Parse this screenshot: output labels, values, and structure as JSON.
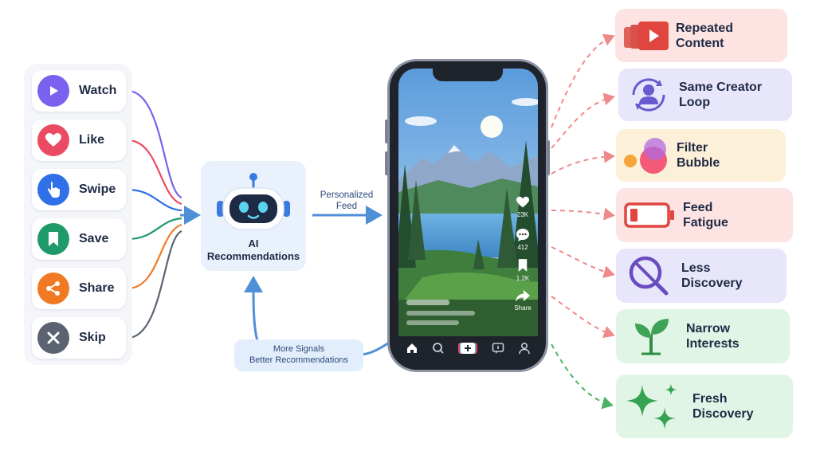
{
  "actions": [
    {
      "label": "Watch",
      "color": "#7b61f0",
      "icon": "play-icon"
    },
    {
      "label": "Like",
      "color": "#ec4a63",
      "icon": "heart-icon"
    },
    {
      "label": "Swipe",
      "color": "#2f6fe8",
      "icon": "swipe-hand-icon"
    },
    {
      "label": "Save",
      "color": "#1f9a6a",
      "icon": "bookmark-icon"
    },
    {
      "label": "Share",
      "color": "#f07a24",
      "icon": "share-icon"
    },
    {
      "label": "Skip",
      "color": "#5b6270",
      "icon": "close-icon"
    }
  ],
  "ai": {
    "label": "AI\nRecommendations",
    "icon": "robot-icon"
  },
  "personalized_feed": "Personalized\nFeed",
  "feedback": "More Signals\nBetter Recommendations",
  "phone": {
    "likes": "23K",
    "comments": "412",
    "saves": "1.2K",
    "share": "Share",
    "nav_icons": [
      "home-icon",
      "search-icon",
      "create-icon",
      "inbox-icon",
      "profile-icon"
    ]
  },
  "outcomes": [
    {
      "label": "Repeated\nContent",
      "bg": "#fde3e1",
      "kind": "negative",
      "icon": "repeated-video-icon"
    },
    {
      "label": "Same Creator\nLoop",
      "bg": "#e7e6fb",
      "kind": "negative",
      "icon": "creator-loop-icon"
    },
    {
      "label": "Filter\nBubble",
      "bg": "#fdf0d8",
      "kind": "negative",
      "icon": "bubble-icon"
    },
    {
      "label": "Feed\nFatigue",
      "bg": "#fde3e1",
      "kind": "negative",
      "icon": "low-battery-icon"
    },
    {
      "label": "Less\nDiscovery",
      "bg": "#e7e6fb",
      "kind": "negative",
      "icon": "no-search-icon"
    },
    {
      "label": "Narrow\nInterests",
      "bg": "#e1f5e6",
      "kind": "negative",
      "icon": "sprout-icon"
    },
    {
      "label": "Fresh\nDiscovery",
      "bg": "#e1f5e6",
      "kind": "positive",
      "icon": "sparkles-icon"
    }
  ],
  "colors": {
    "arrow_blue": "#4f8fd8",
    "dashed_red": "#ef8a8a",
    "dashed_green": "#4cb464",
    "ai_box": "#e9f1fd"
  }
}
